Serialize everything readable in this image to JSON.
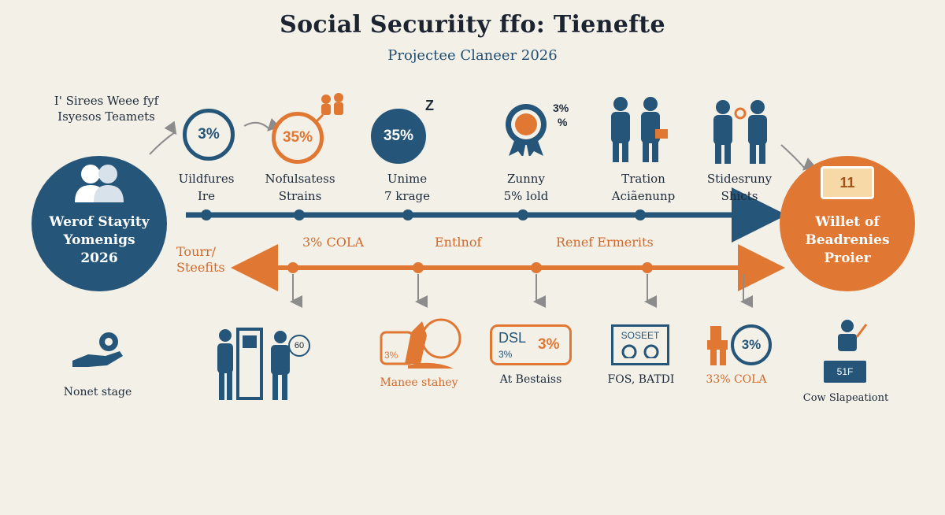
{
  "header": {
    "title": "Social Securiity ffo: Tienefte",
    "subtitle": "Projectee Claneer 2026"
  },
  "corner_note": {
    "line1": "I' Sirees Weee fyf",
    "line2": "Isyesos Teamets"
  },
  "left_circle": {
    "line1": "Werof Stayity",
    "line2": "Yomenigs",
    "line3": "2026"
  },
  "right_circle": {
    "badge": "11",
    "line1": "Willet of",
    "line2": "Beadrenies",
    "line3": "Proier"
  },
  "top_steps": [
    {
      "badge": "3%",
      "line1": "Uildfures",
      "line2": "Ire"
    },
    {
      "badge": "35%",
      "line1": "Nofulsatess",
      "line2": "Strains"
    },
    {
      "badge": "35%",
      "badge_top": "Z",
      "line1": "Unime",
      "line2": "7 krage"
    },
    {
      "badge": "3%",
      "badge2": "%",
      "line1": "Zunny",
      "line2": "5% lold"
    },
    {
      "line1": "Tration",
      "line2": "Aciãenunp"
    },
    {
      "line1": "Stidesruny",
      "line2": "Shicts"
    }
  ],
  "mid_labels": {
    "left": "Tourr/",
    "left2": "Steefits",
    "a": "3% COLA",
    "b": "Entlnof",
    "c": "Renef Ermerits"
  },
  "bottom_items": [
    {
      "label": "Nonet stage"
    },
    {
      "label": "",
      "badge": "60"
    },
    {
      "label": "Manee stahey",
      "badge": "3%"
    },
    {
      "label": "At Bestaiss",
      "badge_a": "DSL",
      "badge_b": "3%",
      "badge_c": "3%"
    },
    {
      "label": "FOS, BATDI",
      "badge": "SOSEET"
    },
    {
      "label": "33% COLA",
      "badge": "3%"
    },
    {
      "label": "Cow Slapeationt",
      "badge": "51F"
    }
  ],
  "colors": {
    "navy": "#255578",
    "orange": "#e07733",
    "background": "#f3f0e8"
  }
}
